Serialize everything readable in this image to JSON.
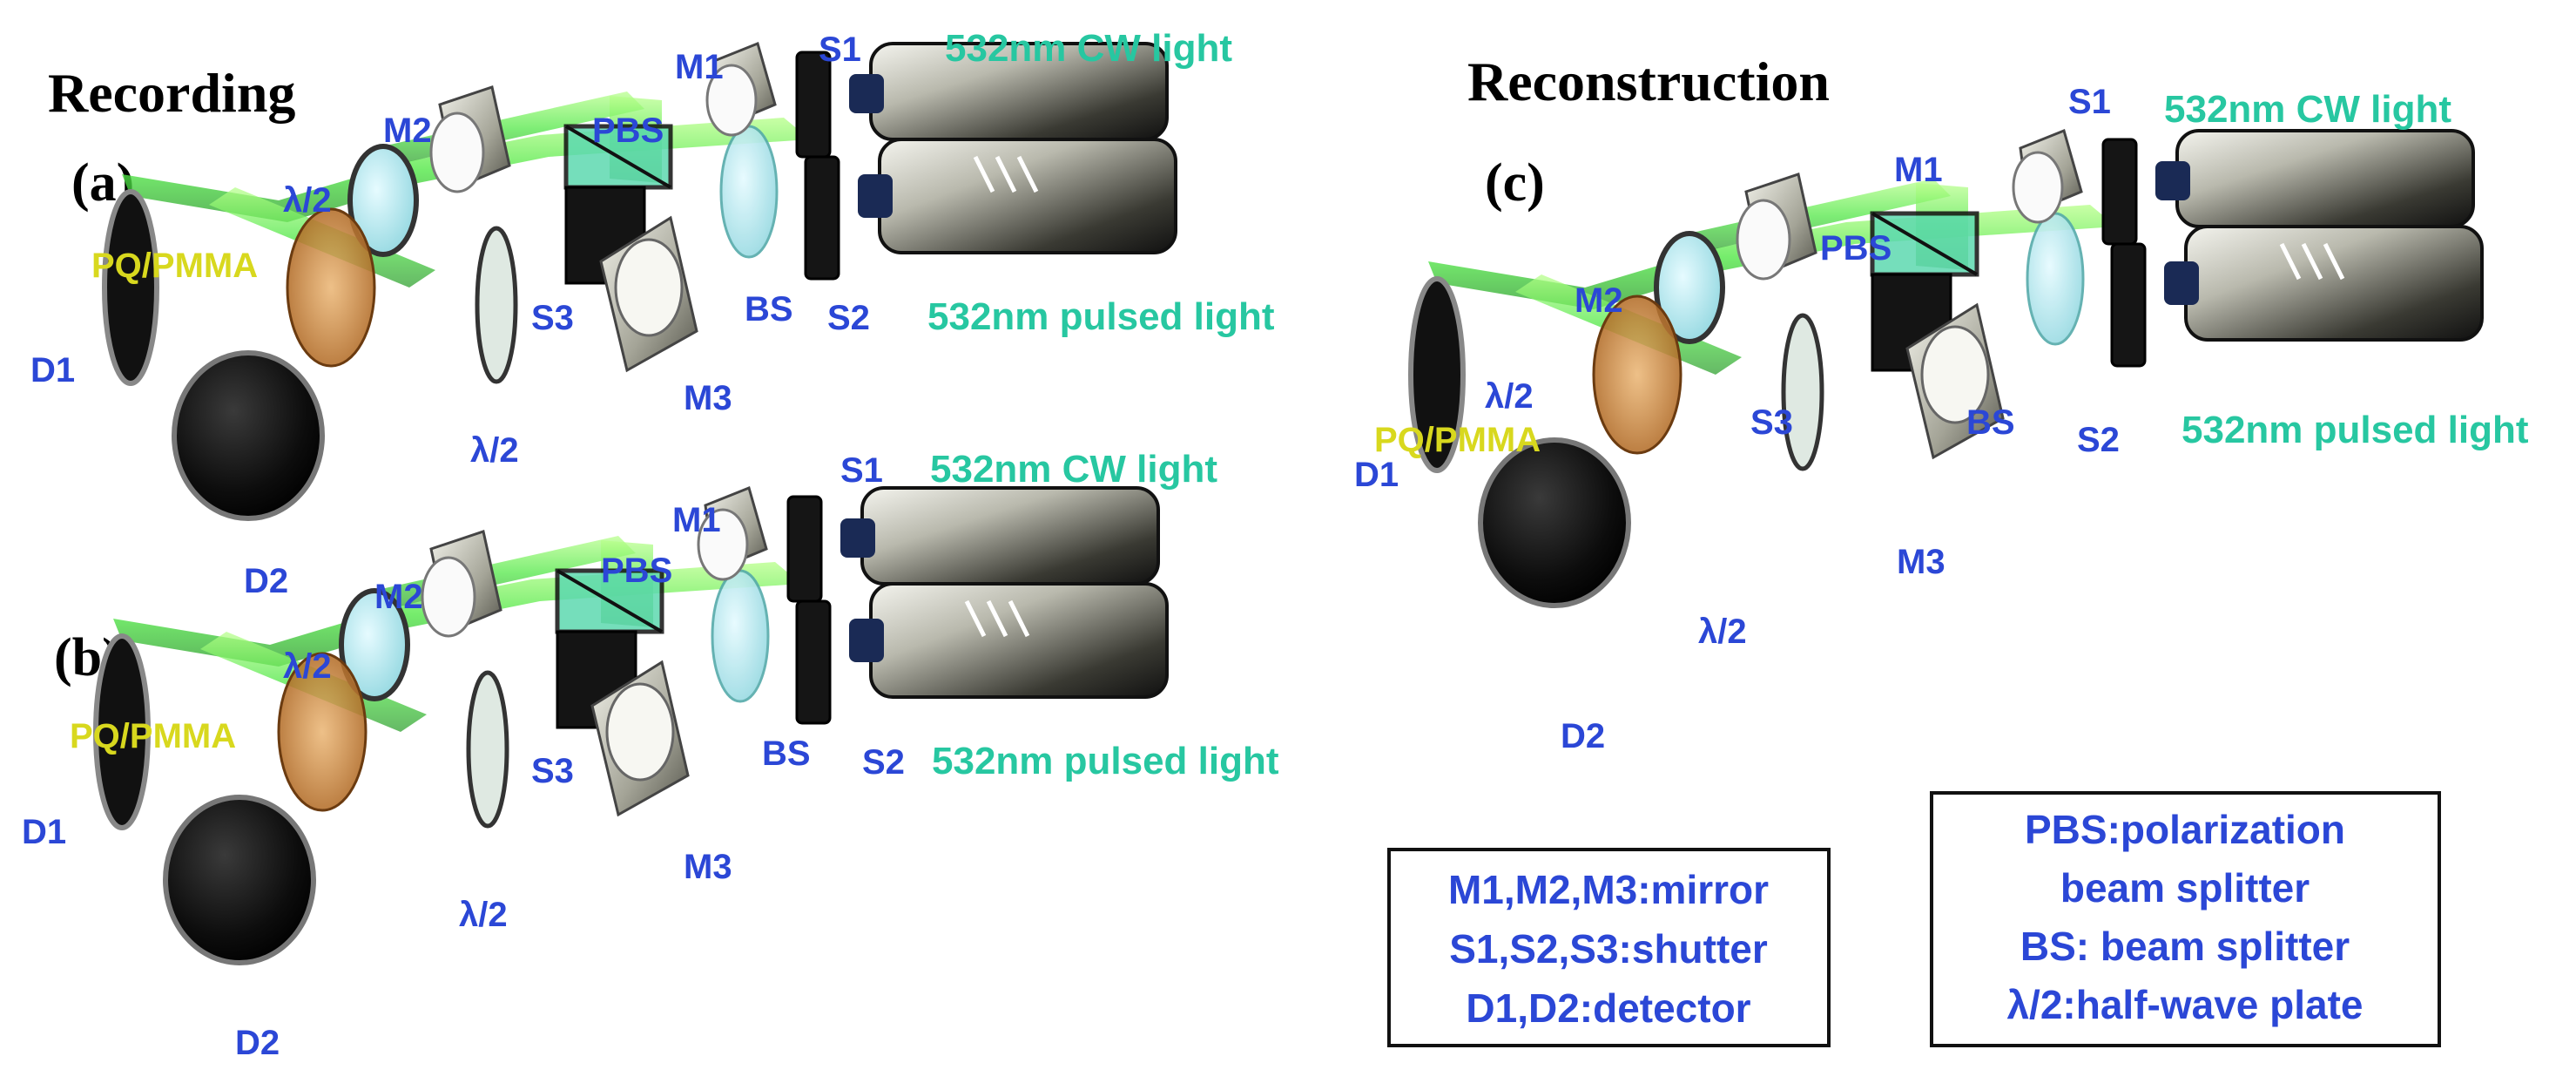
{
  "headings": {
    "recording": "Recording",
    "reconstruction": "Reconstruction",
    "panel_a": "(a)",
    "panel_b": "(b)",
    "panel_c": "(c)"
  },
  "labels": {
    "M1": "M1",
    "M2": "M2",
    "M3": "M3",
    "S1": "S1",
    "S2": "S2",
    "S3": "S3",
    "PBS": "PBS",
    "BS": "BS",
    "D1": "D1",
    "D2": "D2",
    "half_wave": "λ/2",
    "sample": "PQ/PMMA",
    "cw_light": "532nm CW light",
    "pulsed_light": "532nm pulsed light"
  },
  "legend_left": {
    "lines": [
      "M1,M2,M3:mirror",
      "S1,S2,S3:shutter",
      "D1,D2:detector"
    ]
  },
  "legend_right": {
    "lines": [
      "PBS:polarization",
      "beam splitter",
      "BS: beam splitter",
      "λ/2:half-wave plate"
    ]
  },
  "colors": {
    "label_blue": "#2b47d6",
    "light_label_cyan": "#27c7a1",
    "sample_yellow": "#d8d81e",
    "beam_green": "#7dff5a"
  }
}
